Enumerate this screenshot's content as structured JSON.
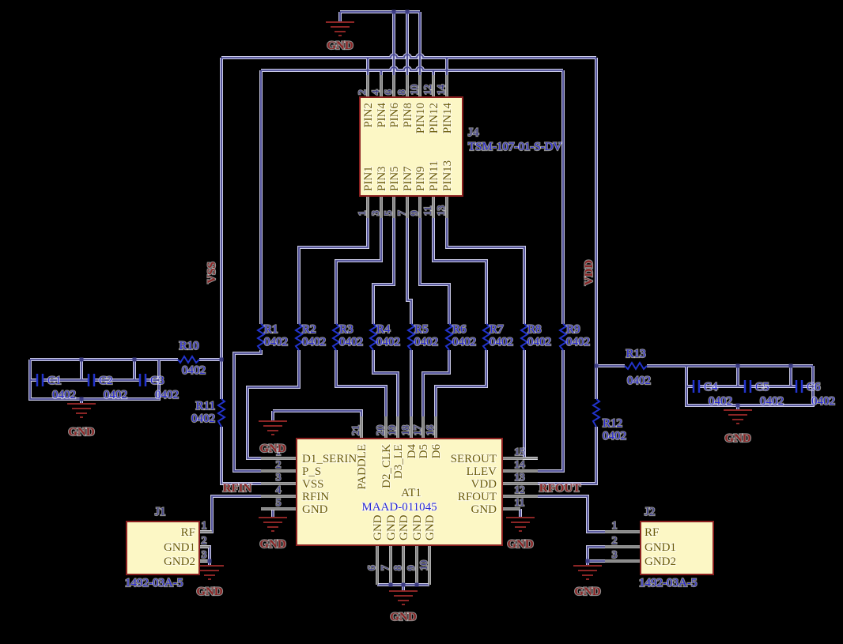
{
  "nets": {
    "vss": "VSS",
    "vdd": "VDD",
    "rfin": "RFIN",
    "rfout": "RFOUT",
    "gnd": "GND"
  },
  "palette": {
    "background": "#000000",
    "wire": "#4a4a94",
    "wire_halo": "#c9c9e6",
    "component_fill": "#fcf7c5",
    "component_outline": "#8b2020",
    "value_text": "#2a2ad4",
    "pin_name_text": "#6b5c08",
    "pin_number_text": "#3a3a8c",
    "net_label_text": "#8b2525"
  },
  "j4": {
    "ref": "J4",
    "part": "TSM-107-01-S-DV",
    "top_pins": [
      {
        "num": "2",
        "name": "PIN2"
      },
      {
        "num": "4",
        "name": "PIN4"
      },
      {
        "num": "6",
        "name": "PIN6"
      },
      {
        "num": "8",
        "name": "PIN8"
      },
      {
        "num": "10",
        "name": "PIN10"
      },
      {
        "num": "12",
        "name": "PIN12"
      },
      {
        "num": "14",
        "name": "PIN14"
      }
    ],
    "bottom_pins": [
      {
        "num": "1",
        "name": "PIN1"
      },
      {
        "num": "3",
        "name": "PIN3"
      },
      {
        "num": "5",
        "name": "PIN5"
      },
      {
        "num": "7",
        "name": "PIN7"
      },
      {
        "num": "9",
        "name": "PIN9"
      },
      {
        "num": "11",
        "name": "PIN11"
      },
      {
        "num": "13",
        "name": "PIN13"
      }
    ]
  },
  "ic": {
    "ref": "AT1",
    "part": "MAAD-011045",
    "left_pins": [
      {
        "num": "1",
        "name": "D1_SERIN"
      },
      {
        "num": "2",
        "name": "P_S"
      },
      {
        "num": "3",
        "name": "VSS"
      },
      {
        "num": "4",
        "name": "RFIN"
      },
      {
        "num": "5",
        "name": "GND"
      }
    ],
    "right_pins": [
      {
        "num": "15",
        "name": "SEROUT"
      },
      {
        "num": "14",
        "name": "LLEV"
      },
      {
        "num": "13",
        "name": "VDD"
      },
      {
        "num": "12",
        "name": "RFOUT"
      },
      {
        "num": "11",
        "name": "GND"
      }
    ],
    "top_pins": [
      {
        "num": "21",
        "name": "PADDLE"
      },
      {
        "num": "20",
        "name": "D2_CLK"
      },
      {
        "num": "19",
        "name": "D3_LE"
      },
      {
        "num": "18",
        "name": "D4"
      },
      {
        "num": "17",
        "name": "D5"
      },
      {
        "num": "16",
        "name": "D6"
      }
    ],
    "bottom_pins": [
      {
        "num": "6",
        "name": "GND"
      },
      {
        "num": "7",
        "name": "GND"
      },
      {
        "num": "8",
        "name": "GND"
      },
      {
        "num": "9",
        "name": "GND"
      },
      {
        "num": "10",
        "name": "GND"
      }
    ]
  },
  "resistors": [
    {
      "ref": "R1",
      "value": "0402"
    },
    {
      "ref": "R2",
      "value": "0402"
    },
    {
      "ref": "R3",
      "value": "0402"
    },
    {
      "ref": "R4",
      "value": "0402"
    },
    {
      "ref": "R5",
      "value": "0402"
    },
    {
      "ref": "R6",
      "value": "0402"
    },
    {
      "ref": "R7",
      "value": "0402"
    },
    {
      "ref": "R8",
      "value": "0402"
    },
    {
      "ref": "R9",
      "value": "0402"
    },
    {
      "ref": "R10",
      "value": "0402"
    },
    {
      "ref": "R11",
      "value": "0402"
    },
    {
      "ref": "R12",
      "value": "0402"
    },
    {
      "ref": "R13",
      "value": "0402"
    }
  ],
  "capacitors": [
    {
      "ref": "C1",
      "value": "0402"
    },
    {
      "ref": "C2",
      "value": "0402"
    },
    {
      "ref": "C3",
      "value": "0402"
    },
    {
      "ref": "C4",
      "value": "0402"
    },
    {
      "ref": "C5",
      "value": "0402"
    },
    {
      "ref": "C6",
      "value": "0402"
    }
  ],
  "j1": {
    "ref": "J1",
    "part": "1492-03A-5",
    "pins": [
      {
        "num": "1",
        "name": "RF"
      },
      {
        "num": "2",
        "name": "GND1"
      },
      {
        "num": "3",
        "name": "GND2"
      }
    ]
  },
  "j2": {
    "ref": "J2",
    "part": "1492-03A-5",
    "pins": [
      {
        "num": "1",
        "name": "RF"
      },
      {
        "num": "2",
        "name": "GND1"
      },
      {
        "num": "3",
        "name": "GND2"
      }
    ]
  }
}
